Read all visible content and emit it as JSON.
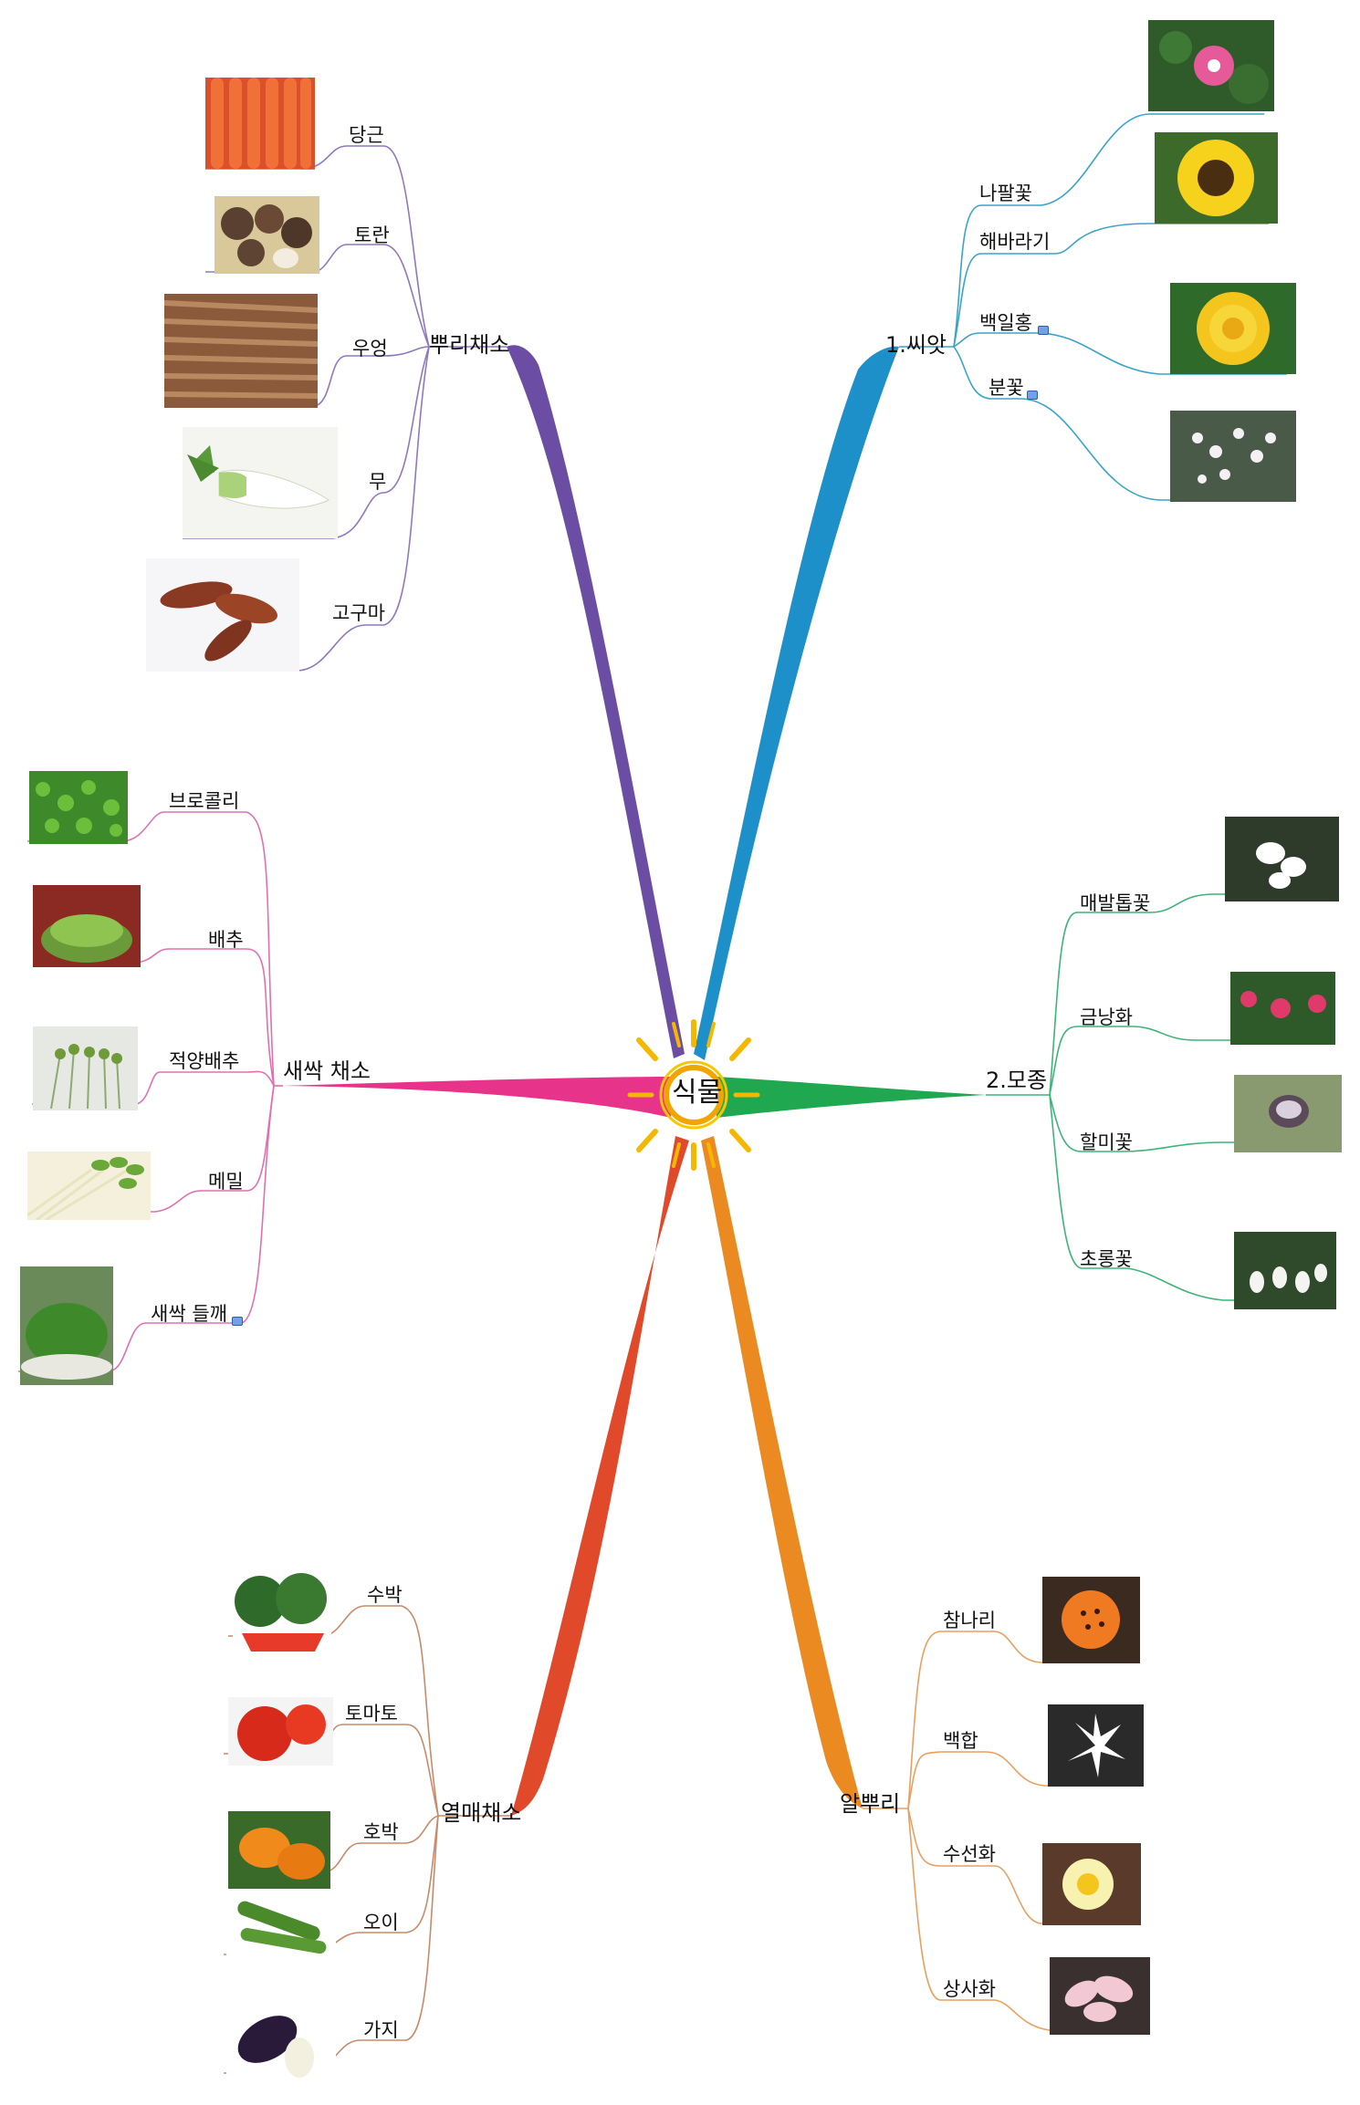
{
  "center": {
    "label": "식물"
  },
  "branches": {
    "root_veg": {
      "label": "뿌리채소",
      "color": "#6b4ea3",
      "items": [
        "당근",
        "토란",
        "우엉",
        "무",
        "고구마"
      ]
    },
    "seed": {
      "label": "1.씨앗",
      "color": "#1e90c9",
      "items": [
        "나팔꽃",
        "해바라기",
        "백일홍",
        "분꽃"
      ]
    },
    "sprout": {
      "label": "새싹 채소",
      "color": "#e8338a",
      "items": [
        "브로콜리",
        "배추",
        "적양배추",
        "메밀",
        "새싹 들깨"
      ]
    },
    "seedling": {
      "label": "2.모종",
      "color": "#1fa84f",
      "items": [
        "매발톱꽃",
        "금낭화",
        "할미꽃",
        "초롱꽃"
      ]
    },
    "fruit_veg": {
      "label": "열매채소",
      "color": "#e04a2a",
      "items": [
        "수박",
        "토마토",
        "호박",
        "오이",
        "가지"
      ]
    },
    "bulb": {
      "label": "알뿌리",
      "color": "#ec8a22",
      "items": [
        "참나리",
        "백합",
        "수선화",
        "상사화"
      ]
    }
  },
  "icons": {
    "note": "note-icon",
    "sun": "sun-icon"
  }
}
